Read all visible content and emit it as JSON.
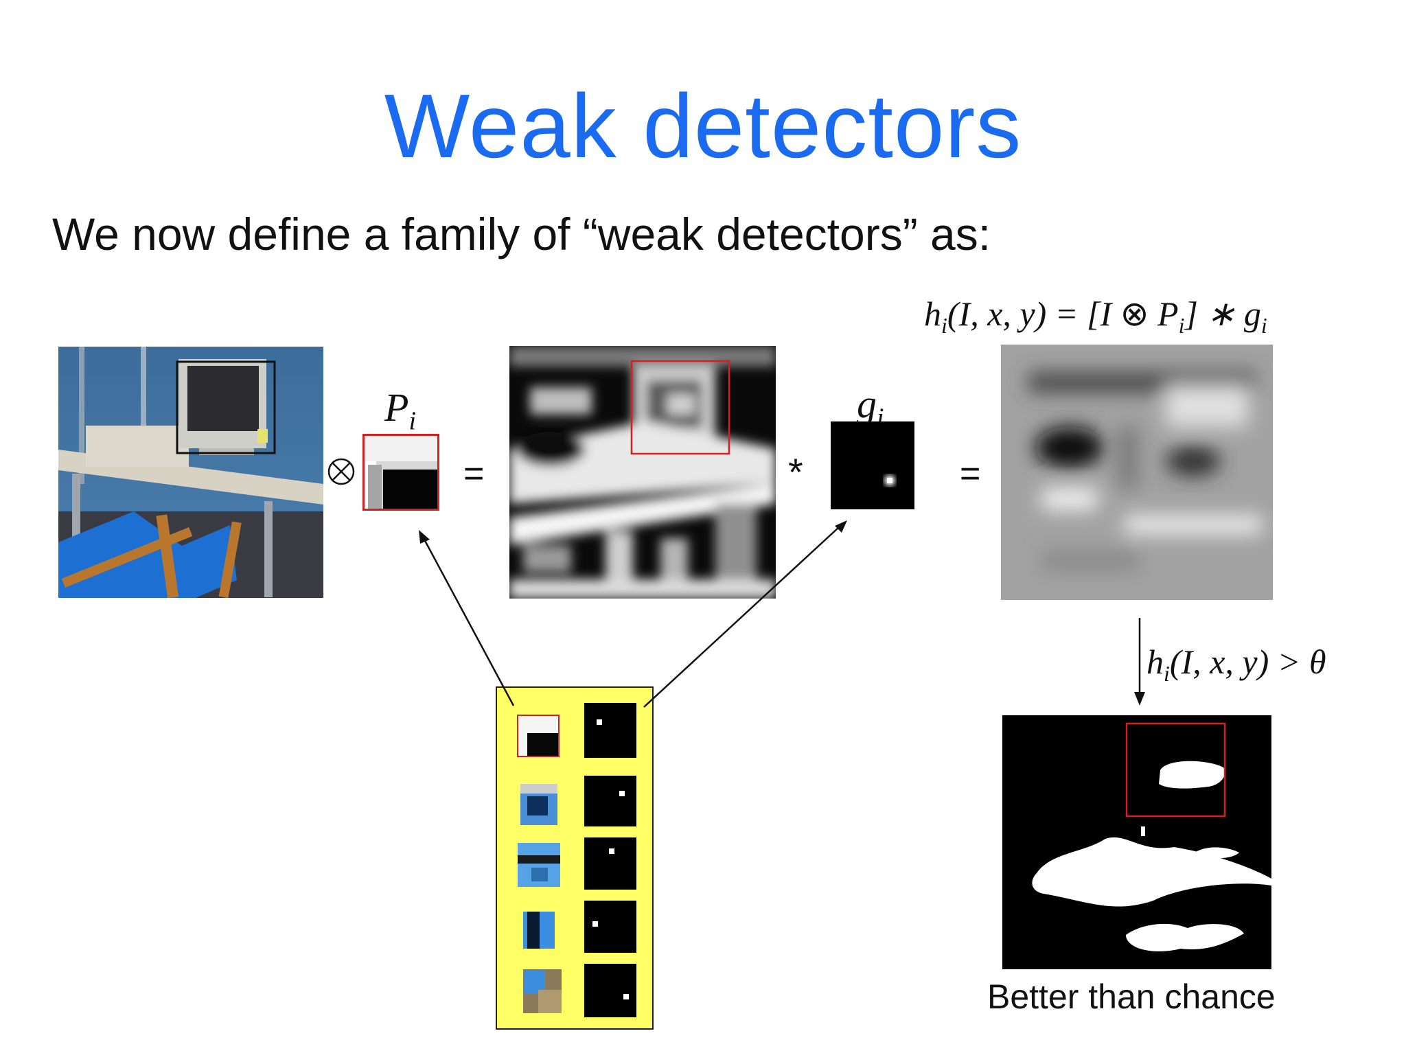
{
  "slide": {
    "title": "Weak detectors",
    "subtitle": "We now define a family of “weak detectors” as:"
  },
  "equations": {
    "definition": "h_i(I, x, y) = [I ⊗ P_i] * g_i",
    "threshold": "h_i(I, x, y) > θ"
  },
  "labels": {
    "patch_symbol": "P_i",
    "filter_symbol": "g_i",
    "conv_operator": "⊗",
    "equals_1": "=",
    "star_operator": "*",
    "equals_2": "=",
    "caption": "Better than chance"
  },
  "colors": {
    "title": "#1a6bf0",
    "highlight_box": "#e02020",
    "dictionary_bg": "#ffff66"
  },
  "icons": {
    "correlation_operator": "circled-times-icon"
  },
  "dictionary": {
    "rows": 5,
    "items": [
      "patch-and-filter-1",
      "patch-and-filter-2",
      "patch-and-filter-3",
      "patch-and-filter-4",
      "patch-and-filter-5"
    ]
  }
}
